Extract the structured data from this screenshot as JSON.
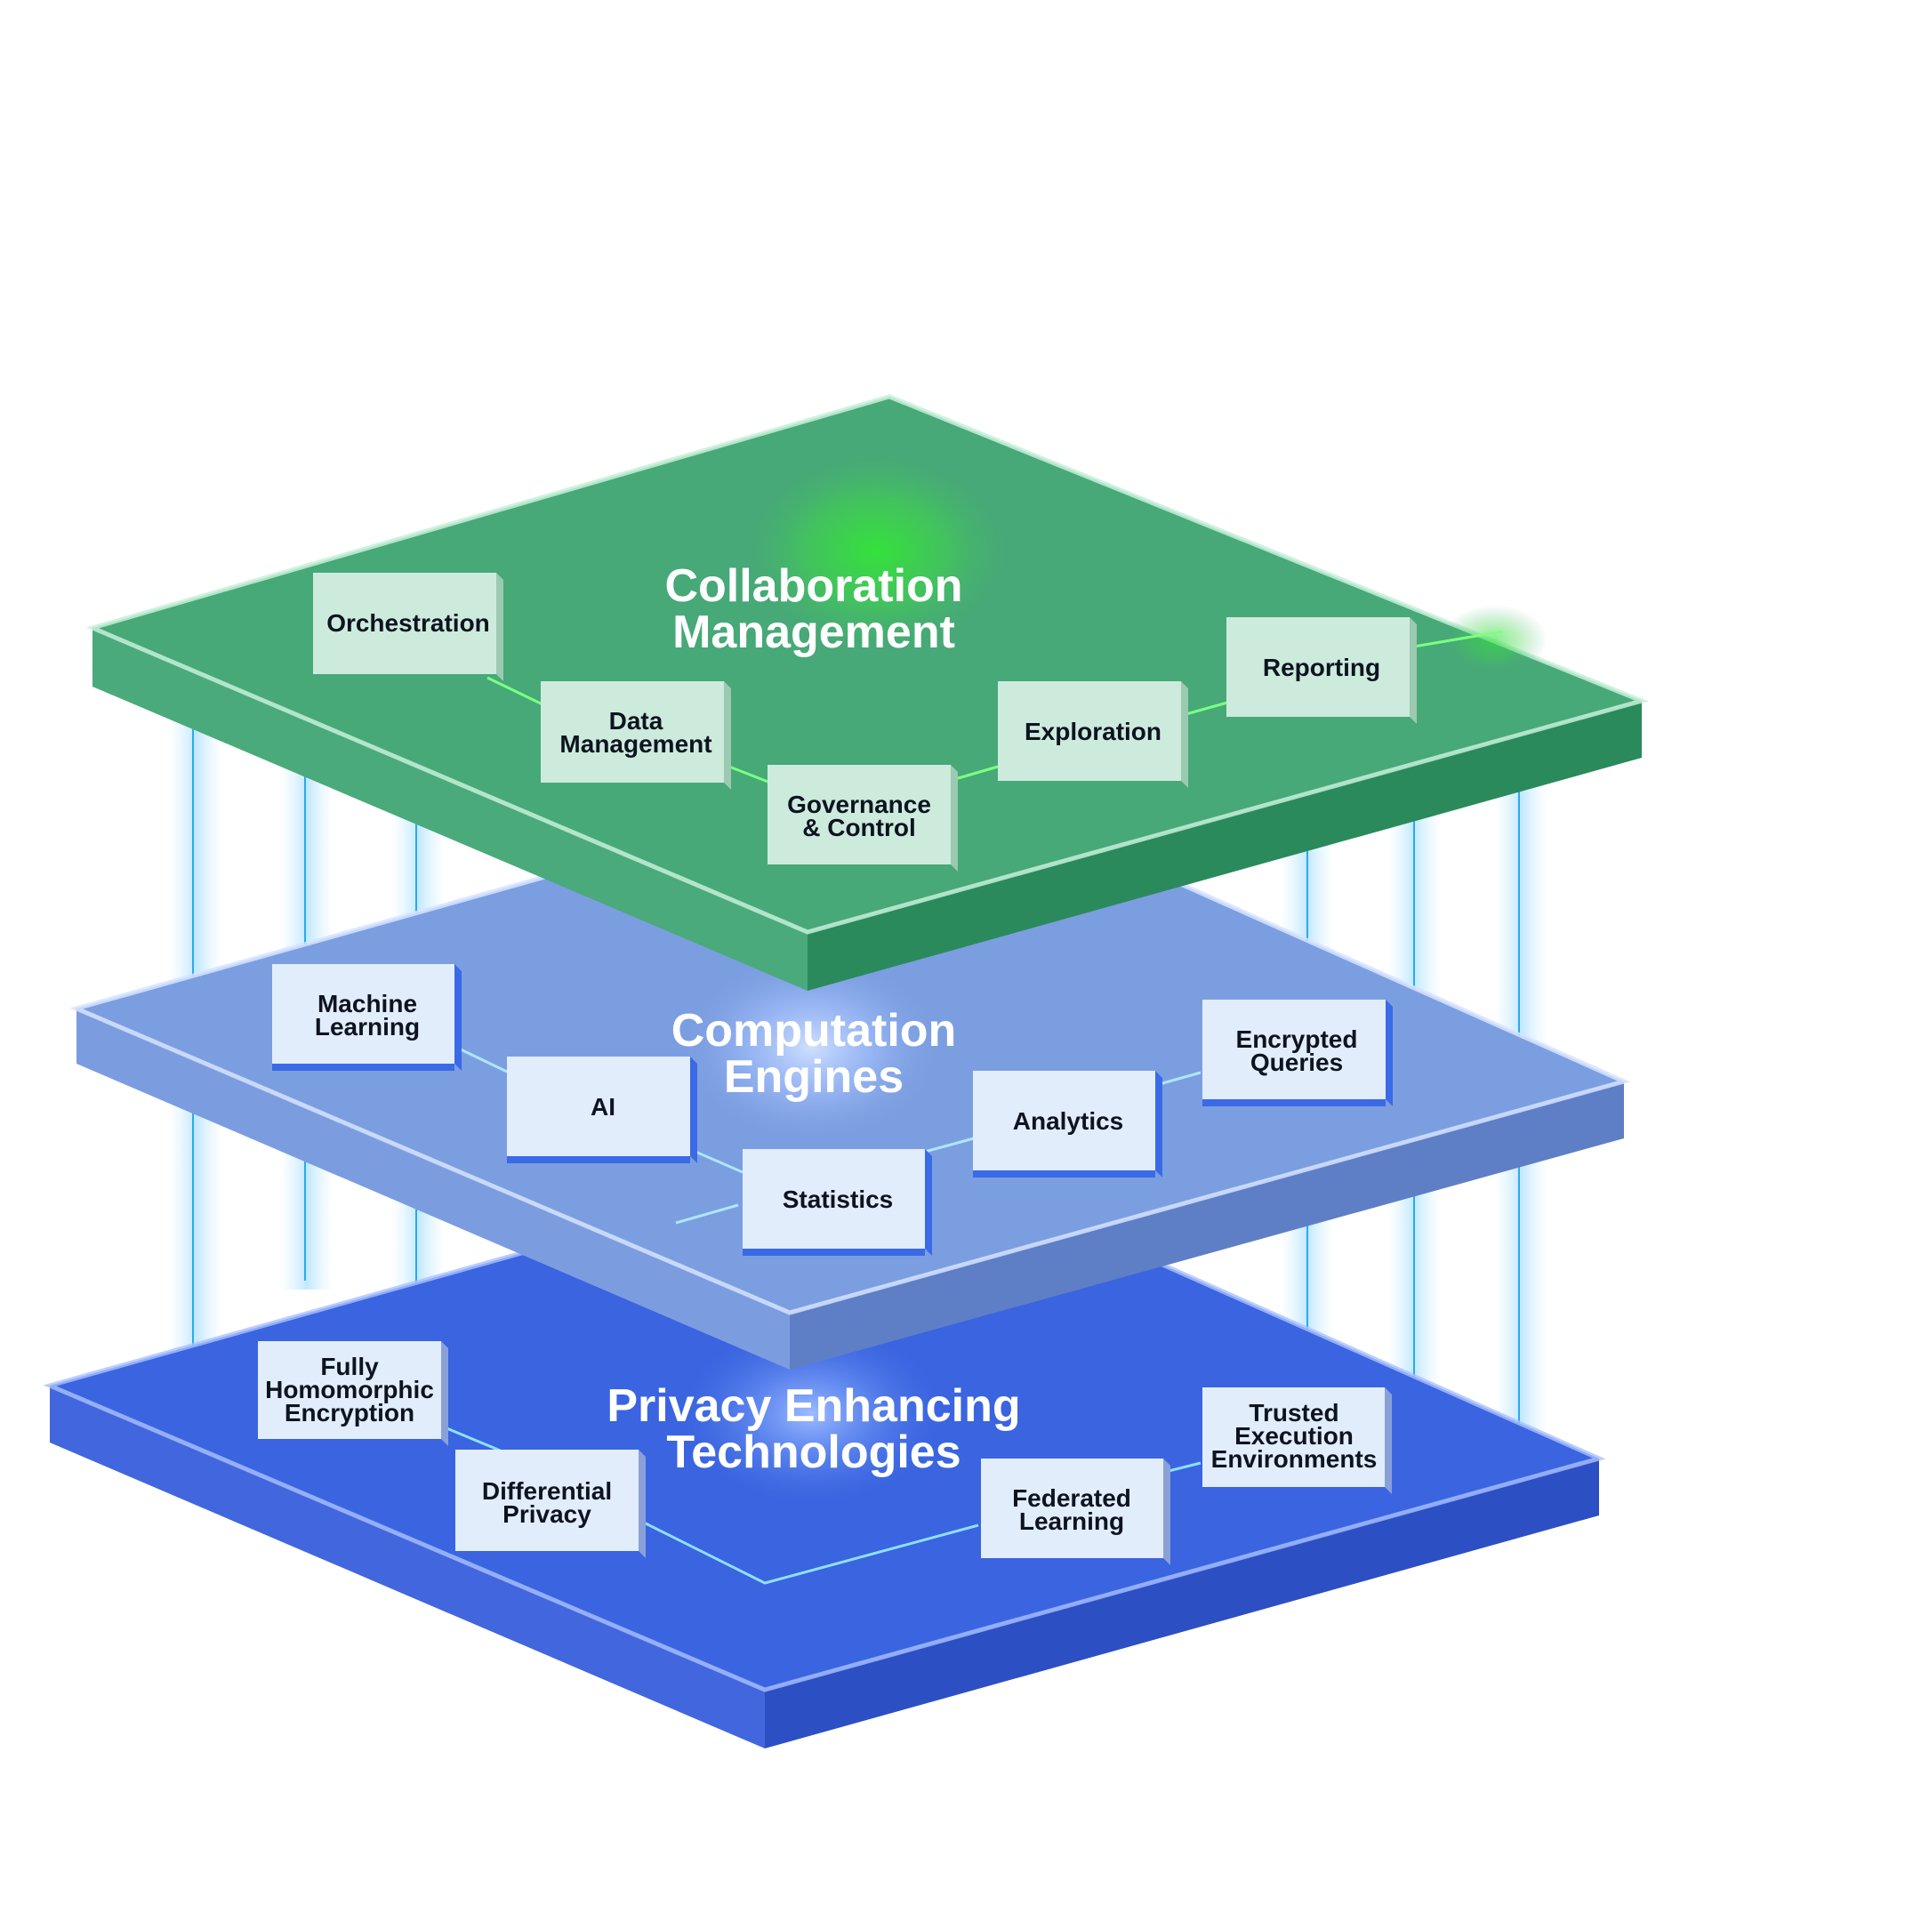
{
  "layers": {
    "top": {
      "title_line1": "Collaboration",
      "title_line2": "Management",
      "color": "#47a878",
      "glow": "#33e23a",
      "box_fill": "#cdebdc",
      "items": {
        "orchestration": [
          "Orchestration"
        ],
        "data_management": [
          "Data",
          "Management"
        ],
        "governance": [
          "Governance",
          "& Control"
        ],
        "exploration": [
          "Exploration"
        ],
        "reporting": [
          "Reporting"
        ]
      }
    },
    "middle": {
      "title_line1": "Computation",
      "title_line2": "Engines",
      "color": "#7b9ee0",
      "glow": "#8fb4ff",
      "box_fill": "#e2edfc",
      "items": {
        "machine_learning": [
          "Machine",
          "Learning"
        ],
        "ai": [
          "AI"
        ],
        "statistics": [
          "Statistics"
        ],
        "analytics": [
          "Analytics"
        ],
        "encrypted_queries": [
          "Encrypted",
          "Queries"
        ]
      }
    },
    "bottom": {
      "title_line1": "Privacy Enhancing",
      "title_line2": "Technologies",
      "color": "#3a64e0",
      "glow": "#7fa8ff",
      "box_fill": "#e2edfc",
      "items": {
        "fhe": [
          "Fully",
          "Homomorphic",
          "Encryption"
        ],
        "differential_privacy": [
          "Differential",
          "Privacy"
        ],
        "federated_learning": [
          "Federated",
          "Learning"
        ],
        "tee": [
          "Trusted",
          "Execution",
          "Environments"
        ]
      }
    }
  }
}
